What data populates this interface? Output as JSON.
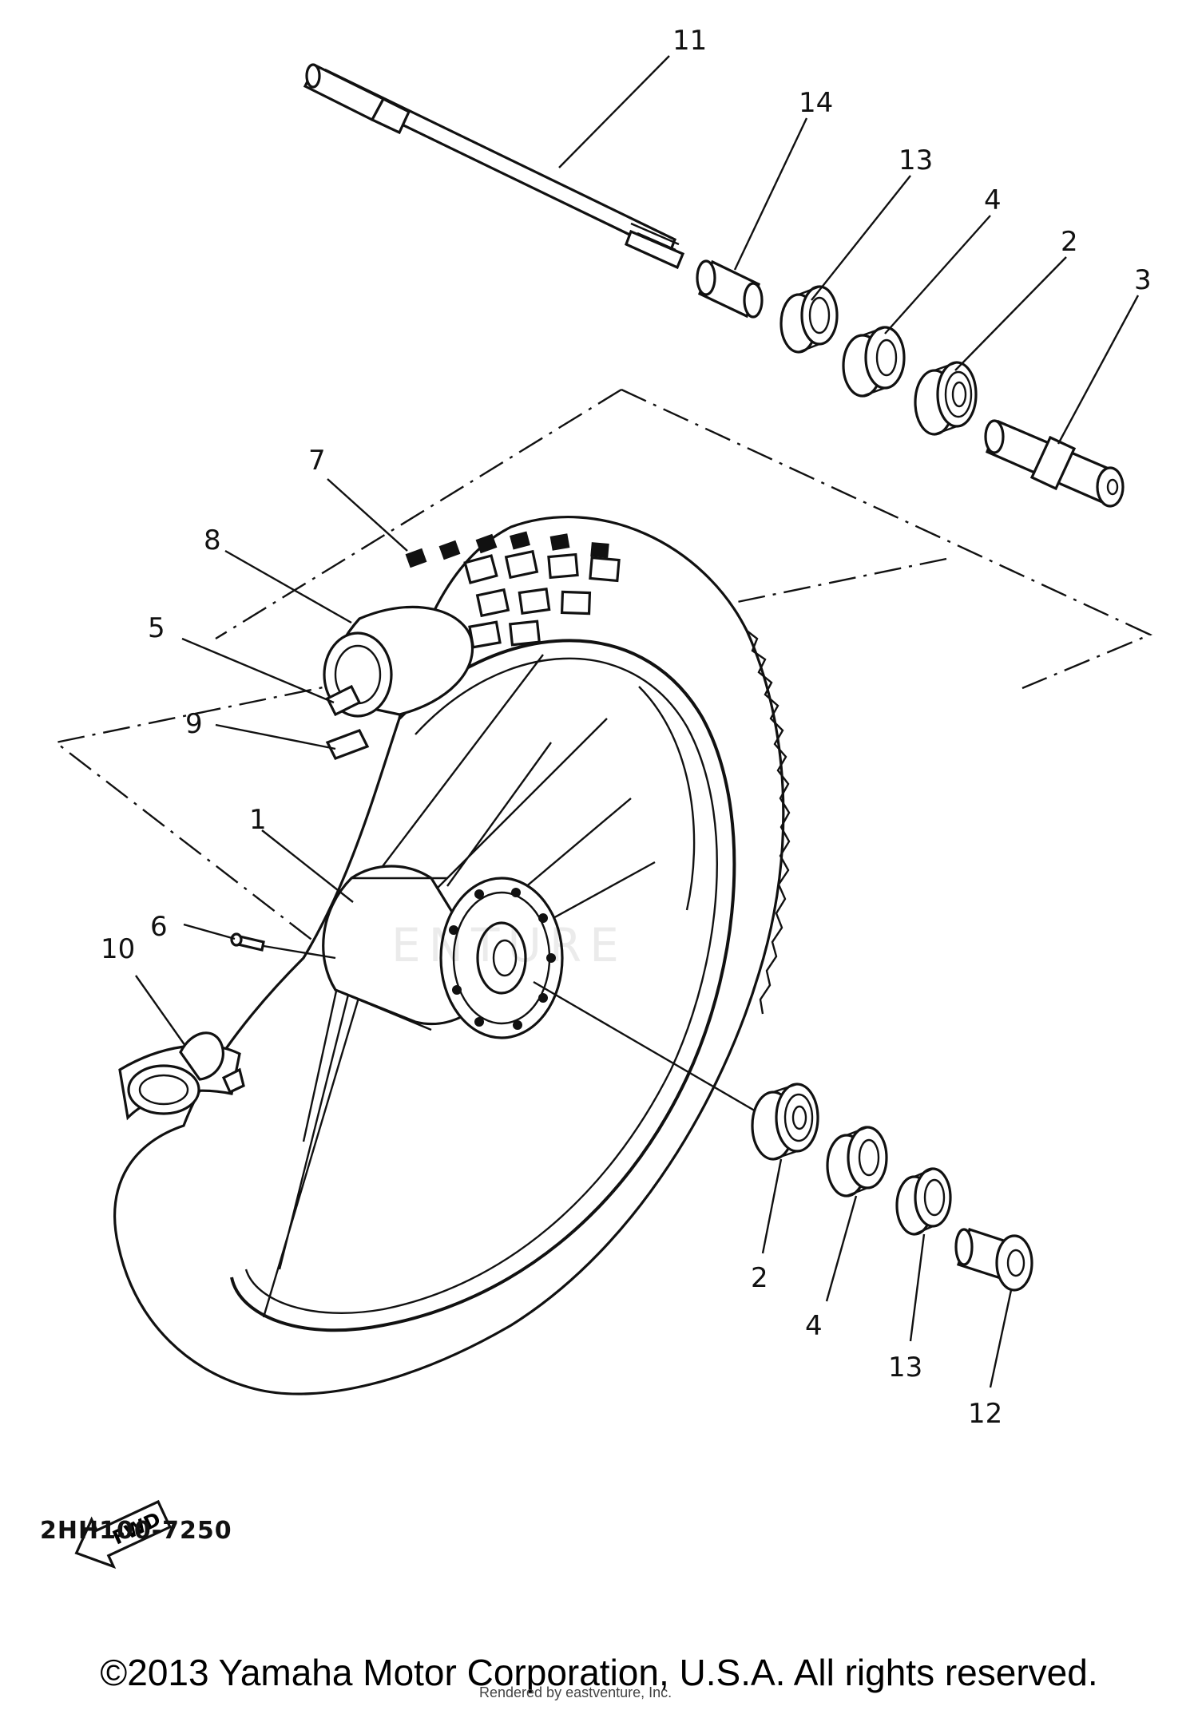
{
  "diagram": {
    "callouts": [
      "11",
      "14",
      "13",
      "4",
      "2",
      "3",
      "7",
      "8",
      "5",
      "9",
      "1",
      "6",
      "10",
      "2",
      "4",
      "13",
      "12"
    ],
    "fwd_label": "FWD",
    "code": "2HH100-7250",
    "watermark": "ENTURE",
    "credit": "Rendered by eastventure, Inc."
  },
  "footer": {
    "copyright": "©2013 Yamaha Motor Corporation, U.S.A. All rights reserved."
  }
}
